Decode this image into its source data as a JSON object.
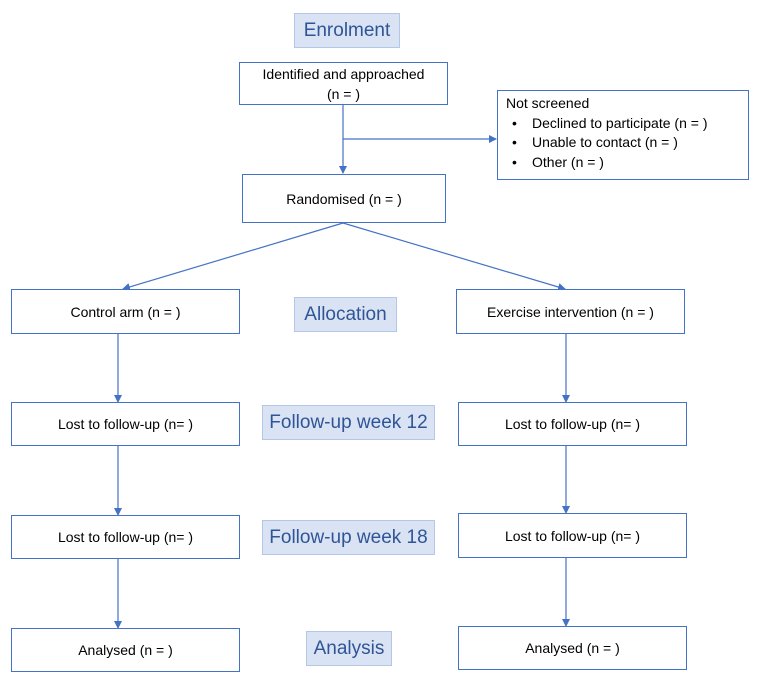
{
  "colors": {
    "box_border": "#4472c4",
    "arrow": "#4472c4",
    "stage_fill": "#dae3f3",
    "stage_text": "#2f5597"
  },
  "stages": {
    "enrolment": "Enrolment",
    "allocation": "Allocation",
    "followup12": "Follow-up week 12",
    "followup18": "Follow-up week 18",
    "analysis": "Analysis"
  },
  "identified": {
    "line1": "Identified and approached",
    "line2": "(n = )"
  },
  "not_screened": {
    "title": "Not screened",
    "items": [
      "Declined to participate (n = )",
      "Unable to contact (n = )",
      "Other (n = )"
    ]
  },
  "randomised": "Randomised (n = )",
  "control": {
    "arm": "Control arm (n = )",
    "lost12": "Lost to follow-up (n= )",
    "lost18": "Lost to follow-up (n= )",
    "analysed": "Analysed (n = )"
  },
  "exercise": {
    "arm": "Exercise intervention (n = )",
    "lost12": "Lost to follow-up (n= )",
    "lost18": "Lost to follow-up (n= )",
    "analysed": "Analysed (n = )"
  }
}
